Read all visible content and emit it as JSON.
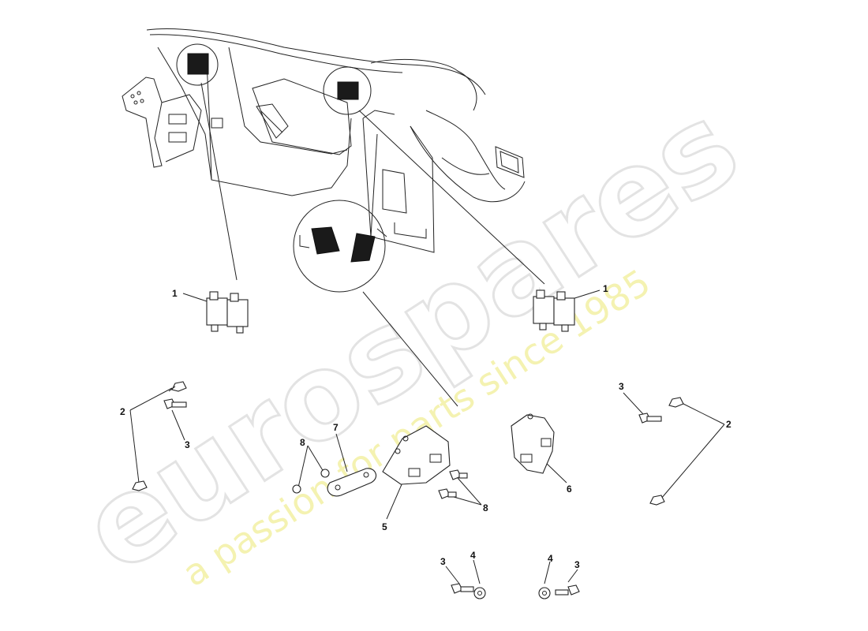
{
  "watermark": {
    "brand": "eurospares",
    "tagline": "a passion for parts since 1985"
  },
  "colors": {
    "line": "#222222",
    "watermark_outline": "#e3e3e3",
    "watermark_tagline": "#f3f0a4"
  },
  "callouts": [
    {
      "id": "c1a",
      "text": "1"
    },
    {
      "id": "c1b",
      "text": "1"
    },
    {
      "id": "c2a",
      "text": "2"
    },
    {
      "id": "c3a",
      "text": "3"
    },
    {
      "id": "c8a",
      "text": "8"
    },
    {
      "id": "c7",
      "text": "7"
    },
    {
      "id": "c5",
      "text": "5"
    },
    {
      "id": "c8b",
      "text": "8"
    },
    {
      "id": "c6",
      "text": "6"
    },
    {
      "id": "c3b",
      "text": "3"
    },
    {
      "id": "c2b",
      "text": "2"
    },
    {
      "id": "c3c",
      "text": "3"
    },
    {
      "id": "c4a",
      "text": "4"
    },
    {
      "id": "c4b",
      "text": "4"
    },
    {
      "id": "c3d",
      "text": "3"
    }
  ]
}
